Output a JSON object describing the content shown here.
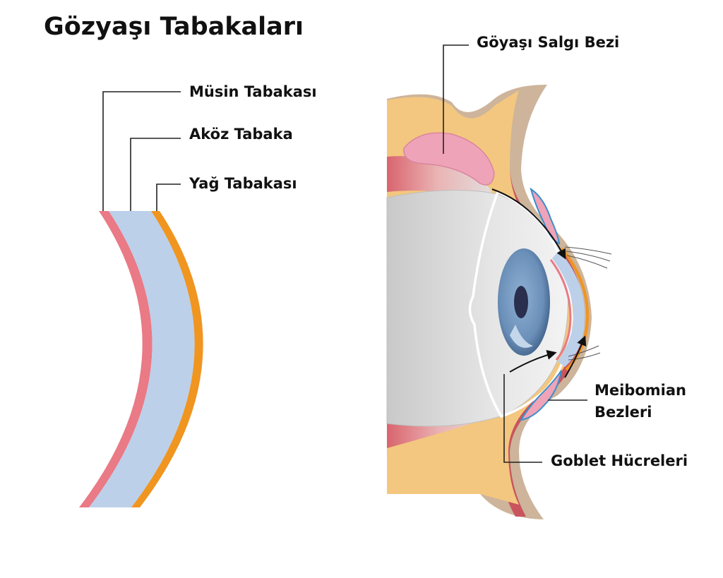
{
  "title": "Gözyaşı Tabakaları",
  "layers": {
    "mucin": "Müsin Tabakası",
    "aqueous": "Aköz Tabaka",
    "lipid": "Yağ Tabakası"
  },
  "anatomy": {
    "lacrimal_gland": "Göyaşı Salgı Bezi",
    "meibomian_line1": "Meibomian",
    "meibomian_line2": "Bezleri",
    "goblet_cells": "Goblet Hücreleri"
  },
  "colors": {
    "mucin": "#e97a86",
    "aqueous": "#bcd0ea",
    "lipid": "#f0951f",
    "skin": "#cdb49b",
    "fat": "#f3c77f",
    "gland": "#efa3b9",
    "sclera": "#d7d7d7",
    "iris": "#6e94bd",
    "pupil": "#2a2f4e"
  }
}
